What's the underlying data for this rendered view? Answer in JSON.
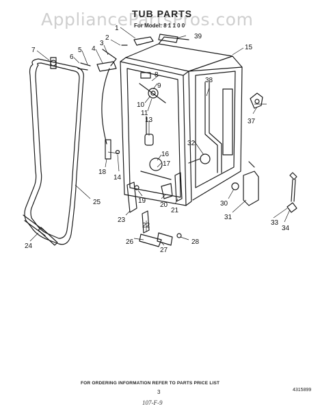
{
  "watermark": "AppliancePartsPros.com",
  "title": "TUB PARTS",
  "subtitle": "For Model: 8 1 1 0 0",
  "callouts": [
    "1",
    "2",
    "3",
    "4",
    "5",
    "6",
    "7",
    "8",
    "9",
    "10",
    "11",
    "13",
    "14",
    "15",
    "16",
    "17",
    "18",
    "19",
    "20",
    "21",
    "22",
    "23",
    "24",
    "25",
    "26",
    "27",
    "28",
    "30",
    "31",
    "32",
    "33",
    "34",
    "37",
    "38",
    "39"
  ],
  "footer_text": "FOR ORDERING INFORMATION REFER TO PARTS PRICE LIST",
  "page_number": "3",
  "part_number": "4315899",
  "handwritten_note": "107-F-9"
}
